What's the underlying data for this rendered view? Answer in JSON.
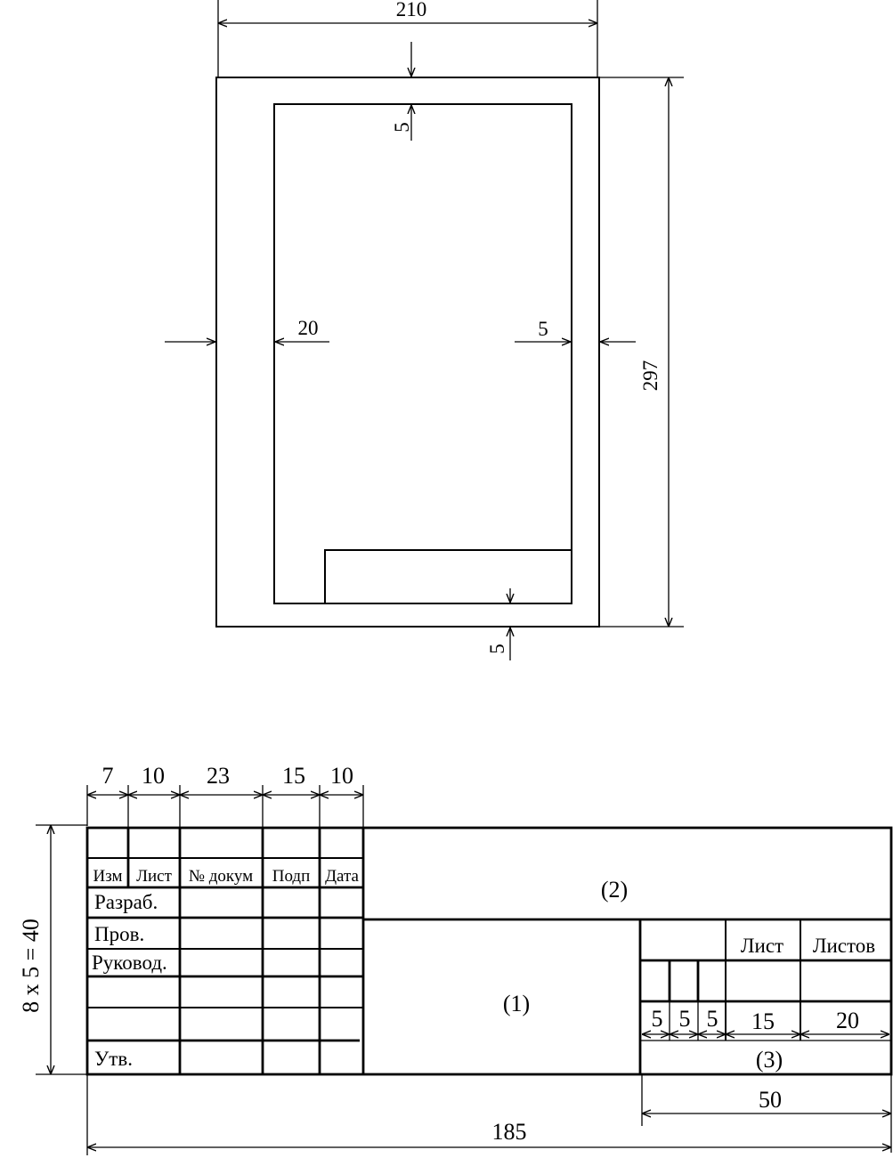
{
  "sheet": {
    "width_label": "210",
    "height_label": "297",
    "margin_top_label": "5",
    "margin_left_label": "20",
    "margin_right_label": "5",
    "margin_bottom_label": "5"
  },
  "stamp": {
    "column_widths": [
      "7",
      "10",
      "23",
      "15",
      "10"
    ],
    "height_label": "8 x 5 = 40",
    "headers": [
      "Изм",
      "Лист",
      "№ докум",
      "Подп",
      "Дата"
    ],
    "rows": [
      "Разраб.",
      "Пров.",
      "Руковод.",
      "Утв."
    ],
    "field_2": "(2)",
    "field_1": "(1)",
    "field_3": "(3)",
    "sheet_label": "Лист",
    "sheets_label": "Листов",
    "lit_widths": [
      "5",
      "5",
      "5"
    ],
    "sheet_width": "15",
    "sheets_width": "20",
    "right_block_width": "50",
    "total_width": "185"
  }
}
